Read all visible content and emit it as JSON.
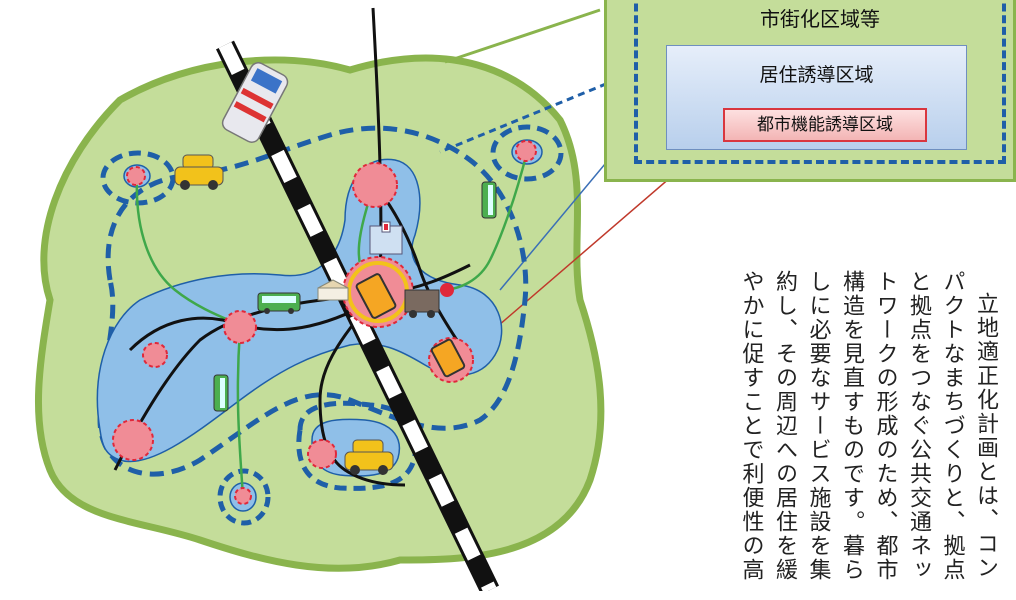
{
  "legend": {
    "urbanization_area": "市街化区域等",
    "residential_area": "居住誘導区域",
    "urban_function_area": "都市機能誘導区域"
  },
  "description": {
    "lines": [
      "立地適正化計画とは、コン",
      "パクトなまちづくりと、拠点",
      "と拠点をつなぐ公共交通ネッ",
      "トワークの形成のため、都市",
      "構造を見直すものです。暮ら",
      "しに必要なサービス施設を集",
      "約し、その周辺への居住を緩",
      "やかに促すことで利便性の高"
    ]
  },
  "colors": {
    "land": "#c4dd9a",
    "land_border": "#8ab44d",
    "residential": "#8fbfe8",
    "boundary_dash": "#1f5fa8",
    "hub": "#f08c96",
    "hub_border": "#e0283a",
    "connector": "#3fa84a"
  },
  "icons": [
    "train-icon",
    "taxi-icon",
    "bus-icon",
    "hospital-icon",
    "shop-icon",
    "truck-icon"
  ]
}
